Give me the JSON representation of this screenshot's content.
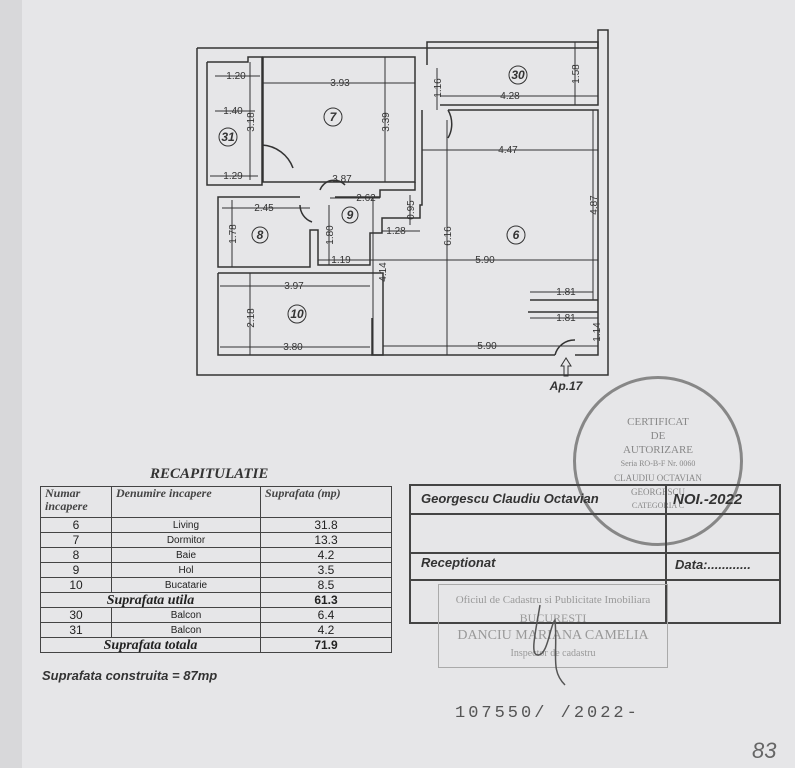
{
  "plan": {
    "rooms": {
      "r6": "6",
      "r7": "7",
      "r8": "8",
      "r9": "9",
      "r10": "10",
      "r30": "30",
      "r31": "31"
    },
    "dims": {
      "d120": "1.20",
      "d393": "3.93",
      "d140": "1.40",
      "d318": "3.18",
      "d339": "3.39",
      "d129": "1.29",
      "d116": "1.16",
      "d428": "4.28",
      "d158": "1.58",
      "d447": "4.47",
      "d487": "4.87",
      "d387": "3.87",
      "d245": "2.45",
      "d262": "2.62",
      "d095": "0.95",
      "d178": "1.78",
      "d180": "1.80",
      "d128": "1.28",
      "d119": "1.19",
      "d616": "6.16",
      "d590a": "5.90",
      "d414": "4.14",
      "d397": "3.97",
      "d218": "2.18",
      "d181a": "1.81",
      "d181b": "1.81",
      "d380": "3.80",
      "d590b": "5.90",
      "d114": "1.14"
    },
    "entrance_label": "Ap.17"
  },
  "recap": {
    "title": "RECAPITULATIE",
    "headers": [
      "Numar incapere",
      "Denumire incapere",
      "Suprafata (mp)"
    ],
    "rows": [
      {
        "nr": "6",
        "name": "Living",
        "area": "31.8"
      },
      {
        "nr": "7",
        "name": "Dormitor",
        "area": "13.3"
      },
      {
        "nr": "8",
        "name": "Baie",
        "area": "4.2"
      },
      {
        "nr": "9",
        "name": "Hol",
        "area": "3.5"
      },
      {
        "nr": "10",
        "name": "Bucatarie",
        "area": "8.5"
      }
    ],
    "useful_label": "Suprafata utila",
    "useful_value": "61.3",
    "balconies": [
      {
        "nr": "30",
        "name": "Balcon",
        "area": "6.4"
      },
      {
        "nr": "31",
        "name": "Balcon",
        "area": "4.2"
      }
    ],
    "total_label": "Suprafata totala",
    "total_value": "71.9",
    "built": "Suprafata construita = 87mp"
  },
  "signature": {
    "author": "Georgescu Claudiu Octavian",
    "date": "NOI.-2022",
    "received": "Receptionat",
    "date_label": "Data:............"
  },
  "seal": {
    "lines": [
      "CERTIFICAT",
      "DE",
      "AUTORIZARE",
      "Seria RO-B-F Nr. 0060",
      "CLAUDIU OCTAVIAN",
      "GEORGESCU",
      "CATEGORIA C"
    ]
  },
  "stamp": {
    "lines": [
      "Oficiul de Cadastru si Publicitate Imobiliara",
      "BUCURESTI",
      "DANCIU MARIANA CAMELIA",
      "Inspector de cadastru"
    ]
  },
  "registration": "107550/ /2022-",
  "page_number": "83"
}
